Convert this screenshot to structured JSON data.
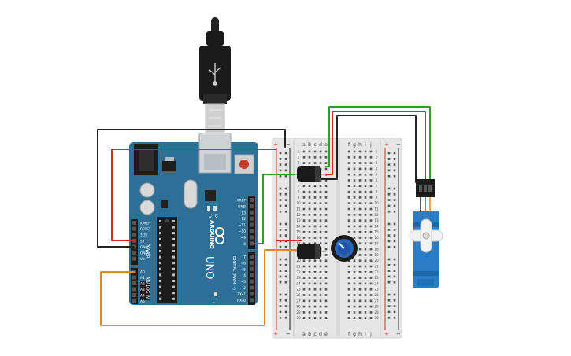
{
  "arduino": {
    "brand_text": "ARDUINO",
    "model_text": "UNO",
    "power_header_label": "POWER",
    "analog_header_label": "ANALOG IN",
    "digital_header_label": "DIGITAL (PWM ~)",
    "power_pins": [
      "IOREF",
      "RESET",
      "3.3V",
      "5V",
      "GND",
      "GND",
      "Vin"
    ],
    "analog_pins": [
      "A0",
      "A1",
      "A2",
      "A3",
      "A4",
      "A5"
    ],
    "digital_pins_top": [
      "AREF",
      "GND",
      "13",
      "12",
      "~11",
      "~10",
      "~9",
      "8"
    ],
    "digital_pins_bottom": [
      "7",
      "~6",
      "~5",
      "4",
      "~3",
      "2",
      "TX▸1",
      "RX◂0"
    ],
    "led_labels": [
      "TX",
      "RX",
      "L"
    ]
  },
  "breadboard": {
    "rail_plus": "+",
    "rail_minus": "−",
    "columns_left": [
      "a",
      "b",
      "c",
      "d",
      "e"
    ],
    "columns_right": [
      "f",
      "g",
      "h",
      "i",
      "j"
    ],
    "row_numbers": [
      "1",
      "2",
      "3",
      "4",
      "5",
      "6",
      "7",
      "8",
      "9",
      "10",
      "11",
      "12",
      "13",
      "14",
      "15",
      "16",
      "17",
      "18",
      "19",
      "20",
      "21",
      "22",
      "23",
      "24",
      "25",
      "26",
      "27",
      "28",
      "29",
      "30"
    ]
  },
  "colors": {
    "board_blue": "#2d6f96",
    "breadboard": "#e6e6e6",
    "wire_red": "#d62828",
    "wire_black": "#222222",
    "wire_green": "#2ca02c",
    "wire_orange": "#e08a1e",
    "servo_blue": "#2a7cc7"
  }
}
